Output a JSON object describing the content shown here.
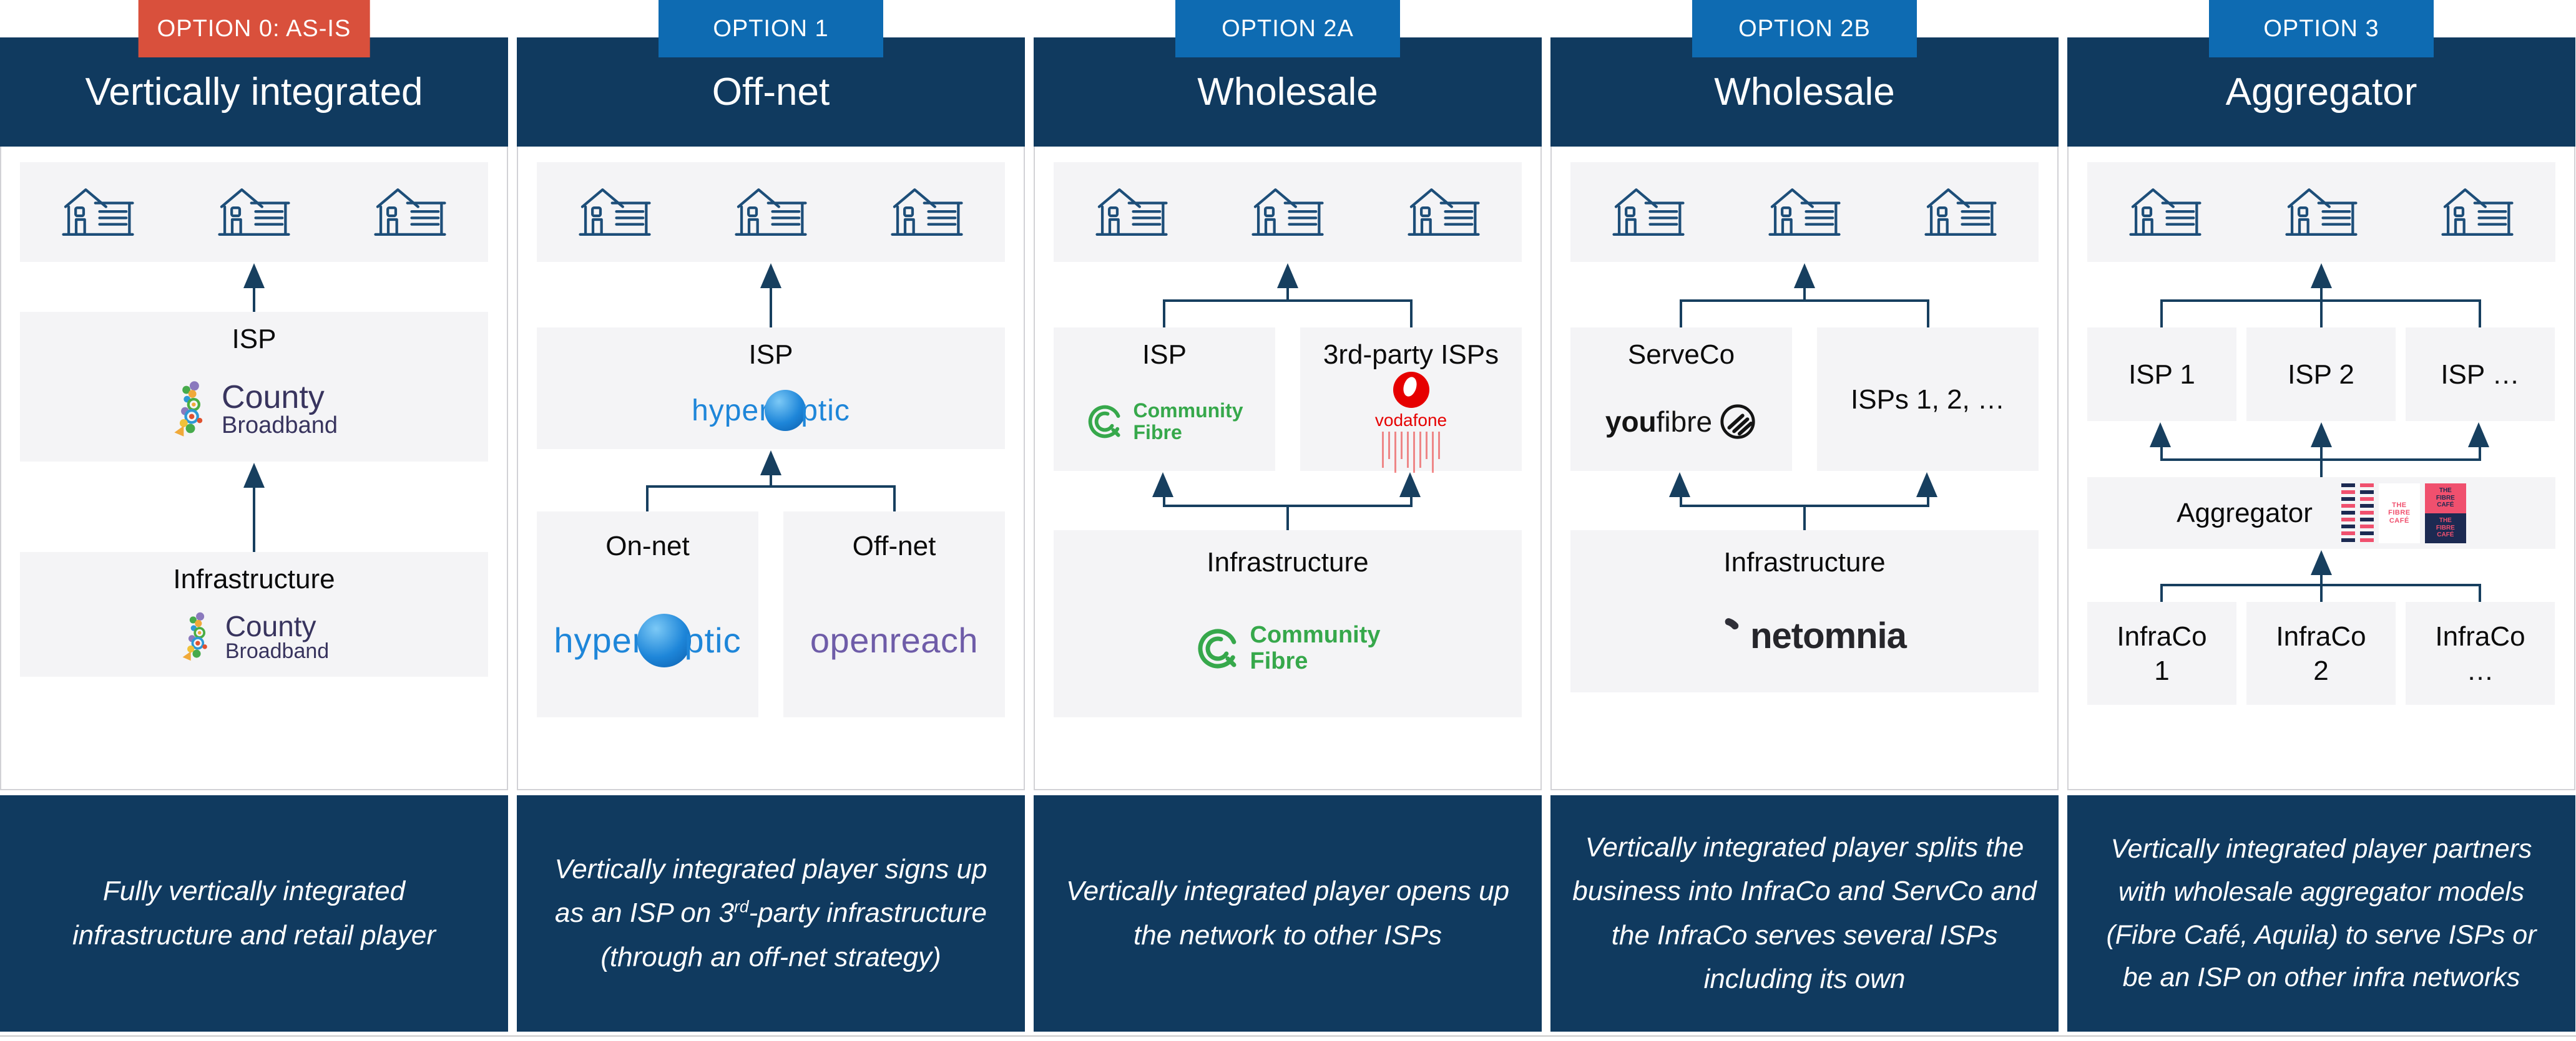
{
  "colors": {
    "badge_red": "#D9503C",
    "badge_blue": "#0E6BB2",
    "navy": "#103A5F",
    "box_gray": "#F4F4F6",
    "connector": "#173F5F",
    "house_icon": "#1D4E79",
    "hyperoptic_blue": "#1E86D9",
    "openreach_purple": "#6E5CA8",
    "community_fibre_green": "#36A84B",
    "vodafone_red": "#E60000",
    "netomnia_pink": "#E6007E",
    "fibre_cafe_pink": "#F0506E",
    "fibre_cafe_navy": "#1C2A52"
  },
  "columns": [
    {
      "badge": "OPTION 0: AS-IS",
      "title": "Vertically integrated",
      "isp_label": "ISP",
      "infra_label": "Infrastructure",
      "logos": {
        "county_line1": "County",
        "county_line2": "Broadband"
      },
      "description": "Fully vertically integrated infrastructure and retail player"
    },
    {
      "badge": "OPTION 1",
      "title": "Off-net",
      "isp_label": "ISP",
      "onnet_label": "On-net",
      "offnet_label": "Off-net",
      "logos": {
        "hyperoptic_part1": "hyper",
        "hyperoptic_part2": "ptic",
        "openreach": "openreach"
      },
      "description_part1": "Vertically integrated player signs up as an ISP on 3",
      "description_sup": "rd",
      "description_part2": "-party infrastructure",
      "description_part3": "(through an off-net strategy)"
    },
    {
      "badge": "OPTION 2A",
      "title": "Wholesale",
      "isp_label": "ISP",
      "third_party_label": "3rd-party ISPs",
      "infra_label": "Infrastructure",
      "logos": {
        "community_line1": "Community",
        "community_line2": "Fibre",
        "vodafone": "vodafone"
      },
      "description": "Vertically integrated player opens up the network to other ISPs"
    },
    {
      "badge": "OPTION 2B",
      "title": "Wholesale",
      "serveco_label": "ServeCo",
      "isps_label": "ISPs 1, 2, …",
      "infra_label": "Infrastructure",
      "logos": {
        "youfibre_part1": "you",
        "youfibre_part2": "fibre",
        "netomnia": "netomnia"
      },
      "description": "Vertically integrated player splits the business into InfraCo and ServCo and the InfraCo serves several ISPs including its own"
    },
    {
      "badge": "OPTION 3",
      "title": "Aggregator",
      "isp1_label": "ISP 1",
      "isp2_label": "ISP 2",
      "isp3_label": "ISP …",
      "aggregator_label": "Aggregator",
      "infraco1_line1": "InfraCo",
      "infraco1_line2": "1",
      "infraco2_line1": "InfraCo",
      "infraco2_line2": "2",
      "infraco3_line1": "InfraCo",
      "infraco3_line2": "…",
      "logos": {
        "fibre_cafe": "THE FIBRE CAFÉ"
      },
      "description": "Vertically integrated player partners with wholesale aggregator models (Fibre Café, Aquila) to serve ISPs or be an ISP on other infra networks"
    }
  ]
}
